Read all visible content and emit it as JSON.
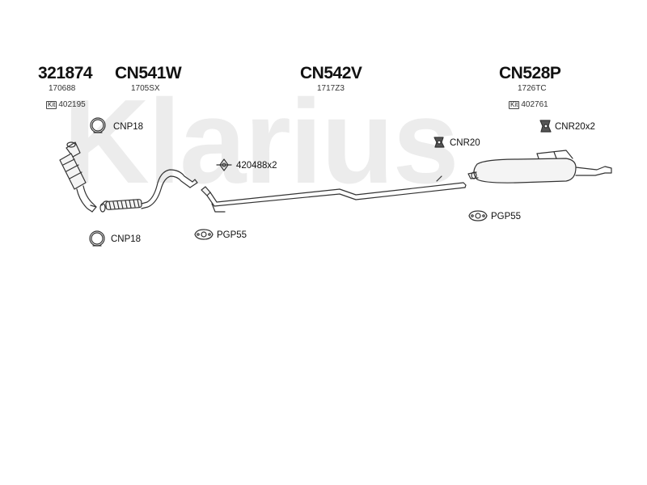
{
  "watermark": "Klarius",
  "headers": [
    {
      "part_no": "321874",
      "ref": "170688",
      "kit": "402195"
    },
    {
      "part_no": "CN541W",
      "ref": "1705SX"
    },
    {
      "part_no": "CN542V",
      "ref": "1717Z3"
    },
    {
      "part_no": "CN528P",
      "ref": "1726TC",
      "kit": "402761"
    }
  ],
  "kit_icon_text": "Kit",
  "fittings": {
    "clamp_top": "CNP18",
    "clamp_bottom": "CNP18",
    "pipe_connector": "420488x2",
    "gasket_left": "PGP55",
    "rubber_mount": "CNR20",
    "rubber_mount_pair": "CNR20x2",
    "gasket_right": "PGP55"
  },
  "colors": {
    "line": "#333333",
    "watermark": "#ececec",
    "part_fill": "#f4f4f4"
  }
}
